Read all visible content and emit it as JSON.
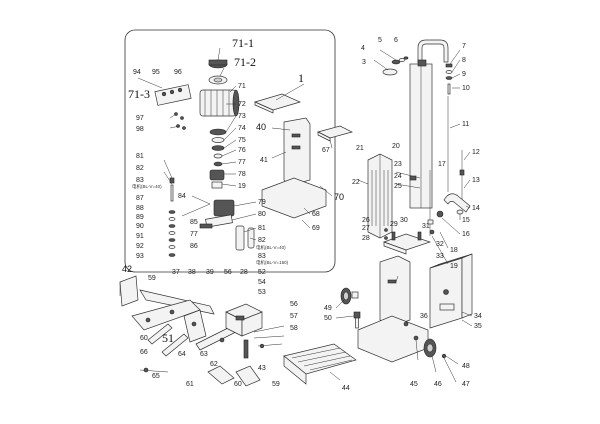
{
  "diagram": {
    "callouts": {
      "c71_1": "71-1",
      "c71_2": "71-2",
      "c71_3": "71-3",
      "c71": "71",
      "c94": "94",
      "c95": "95",
      "c96": "96",
      "c97": "97",
      "c98": "98",
      "c72": "72",
      "c73": "73",
      "c74": "74",
      "c75": "75",
      "c76": "76",
      "c77a": "77",
      "c78": "78",
      "c19a": "19",
      "c1": "1",
      "c40": "40",
      "c41": "41",
      "c67": "67",
      "c70": "70",
      "c68": "68",
      "c69": "69",
      "c81": "81",
      "c82a": "82",
      "c83a": "83",
      "c84": "84",
      "c87": "87",
      "c88": "88",
      "c89": "89",
      "c90": "90",
      "c91": "91",
      "c92": "92",
      "c93": "93",
      "c85": "85",
      "c77b": "77",
      "c86": "86",
      "c79": "79",
      "c80": "80",
      "c81b": "81",
      "c82b": "82",
      "c83b": "83",
      "c4": "4",
      "c5": "5",
      "c6": "6",
      "c3": "3",
      "c7": "7",
      "c8": "8",
      "c9": "9",
      "c10": "10",
      "c11": "11",
      "c12": "12",
      "c13": "13",
      "c14": "14",
      "c15": "15",
      "c16": "16",
      "c17": "17",
      "c18": "18",
      "c19b": "19",
      "c20": "20",
      "c21": "21",
      "c22": "22",
      "c23": "23",
      "c24": "24",
      "c25": "25",
      "c26": "26",
      "c27": "27",
      "c28": "28",
      "c29": "29",
      "c30": "30",
      "c31": "31",
      "c32": "32",
      "c33": "33",
      "c34": "34",
      "c35": "35",
      "c36": "36",
      "c42": "42",
      "c59a": "59",
      "c37": "37",
      "c38": "38",
      "c39": "39",
      "c56a": "56",
      "c28b": "28",
      "c52": "52",
      "c54": "54",
      "c53": "53",
      "c56b": "56",
      "c57": "57",
      "c58": "58",
      "c60a": "60",
      "c66": "66",
      "c51": "51",
      "c64": "64",
      "c62": "62",
      "c63": "63",
      "c65": "65",
      "c61": "61",
      "c60b": "60",
      "c43": "43",
      "c59b": "59",
      "c44": "44",
      "c49": "49",
      "c50": "50",
      "c45": "45",
      "c46": "46",
      "c47": "47",
      "c48": "48"
    },
    "notes": {
      "note_a": "电机(BL-V=40)",
      "note_b": "电机(BL-V=40)",
      "note_c": "电机(BL-V=150)"
    }
  }
}
